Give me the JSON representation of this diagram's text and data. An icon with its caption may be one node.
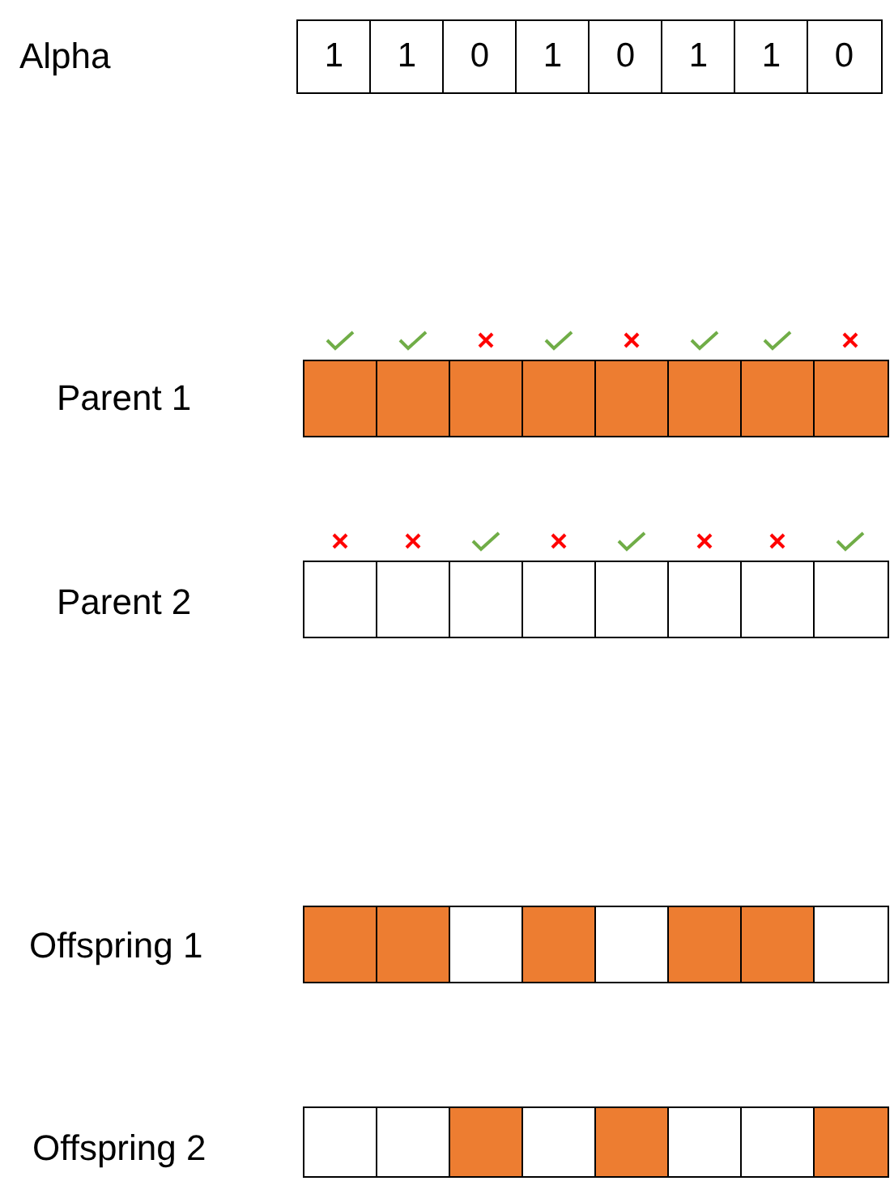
{
  "diagram": {
    "nodes": [
      {
        "text": [
          "1"
        ]
      },
      {
        "text": [
          "1"
        ]
      },
      {
        "text": [
          "0"
        ]
      },
      {
        "text": [
          "1"
        ]
      },
      {
        "text": [
          "0"
        ]
      },
      {
        "text": [
          "1"
        ]
      },
      {
        "text": [
          "1"
        ]
      },
      {
        "text": [
          "0"
        ]
      },
      {
        "text": [],
        "shape": "box"
      },
      {
        "text": [],
        "shape": "box"
      },
      {
        "text": [],
        "shape": "box"
      },
      {
        "text": [],
        "shape": "box"
      },
      {
        "text": [],
        "shape": "box"
      },
      {
        "text": [],
        "shape": "box"
      },
      {
        "text": [],
        "shape": "box"
      },
      {
        "text": [],
        "shape": "box"
      },
      {
        "text": [],
        "shape": "box"
      },
      {
        "text": [],
        "shape": "box"
      },
      {
        "text": [],
        "shape": "box"
      },
      {
        "text": [],
        "shape": "box"
      },
      {
        "text": [],
        "shape": "box"
      },
      {
        "text": [],
        "shape": "box"
      },
      {
        "text": [],
        "shape": "box"
      },
      {
        "text": [],
        "shape": "box"
      },
      {
        "text": [],
        "shape": "box"
      },
      {
        "text": [],
        "shape": "box"
      },
      {
        "text": [],
        "shape": "box"
      },
      {
        "text": [],
        "shape": "box"
      },
      {
        "text": [],
        "shape": "box"
      },
      {
        "text": [],
        "shape": "box"
      },
      {
        "text": [],
        "shape": "box"
      },
      {
        "text": [],
        "shape": "box"
      },
      {
        "text": [],
        "shape": "box"
      },
      {
        "text": [],
        "shape": "box"
      },
      {
        "text": [],
        "shape": "box"
      },
      {
        "text": [],
        "shape": "box"
      },
      {
        "text": [],
        "shape": "box"
      },
      {
        "text": [],
        "shape": "box"
      },
      {
        "text": [],
        "shape": "box"
      },
      {
        "text": [],
        "shape": "box"
      }
    ],
    "labels": [
      "Alpha",
      "Parent 1",
      "Parent 2",
      "Offspring 1",
      "Offspring 2"
    ]
  }
}
